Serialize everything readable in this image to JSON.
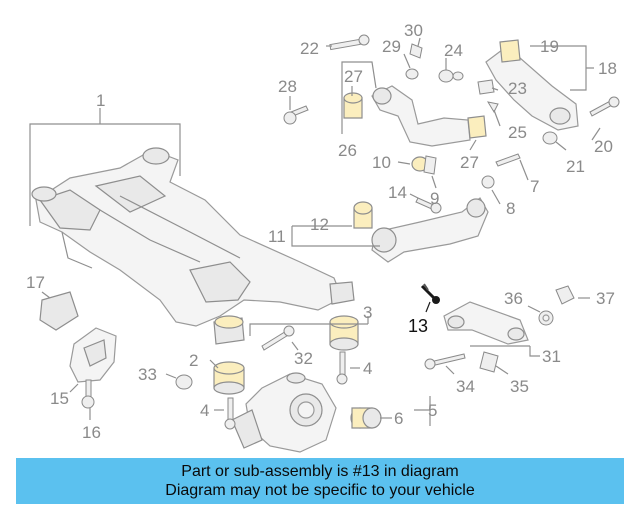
{
  "diagram": {
    "labels": [
      "1",
      "2",
      "3",
      "4",
      "4",
      "5",
      "6",
      "7",
      "8",
      "9",
      "10",
      "11",
      "12",
      "13",
      "14",
      "15",
      "16",
      "17",
      "18",
      "19",
      "20",
      "21",
      "22",
      "23",
      "24",
      "25",
      "26",
      "27",
      "27",
      "28",
      "29",
      "30",
      "31",
      "32",
      "33",
      "34",
      "35",
      "36",
      "37"
    ],
    "highlighted_part": "13"
  },
  "banner": {
    "line1": "Part or sub-assembly is #13 in diagram",
    "line2": "Diagram may not be specific to your vehicle"
  }
}
